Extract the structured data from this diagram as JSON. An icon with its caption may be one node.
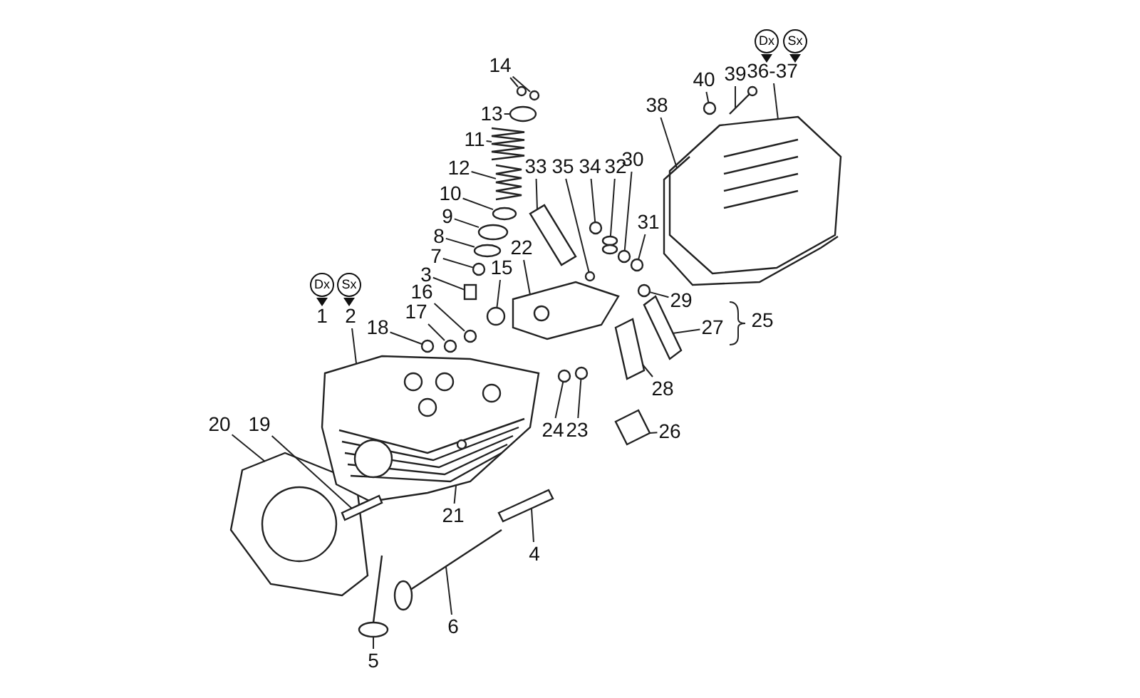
{
  "diagram": {
    "nodes": [
      {
        "text": [
          "Dx"
        ]
      },
      {
        "text": [
          "Sx"
        ]
      },
      {
        "text": [
          "14"
        ]
      },
      {
        "text": [
          "36-37"
        ]
      },
      {
        "text": [
          "39"
        ]
      },
      {
        "text": [
          "40"
        ]
      },
      {
        "text": [
          "13"
        ]
      },
      {
        "text": [
          "38"
        ]
      },
      {
        "text": [
          "11"
        ]
      },
      {
        "text": [
          "33"
        ]
      },
      {
        "text": [
          "35"
        ]
      },
      {
        "text": [
          "34"
        ]
      },
      {
        "text": [
          "32"
        ]
      },
      {
        "text": [
          "30"
        ]
      },
      {
        "text": [
          "12"
        ]
      },
      {
        "text": [
          "10"
        ]
      },
      {
        "text": [
          "9"
        ]
      },
      {
        "text": [
          "31"
        ]
      },
      {
        "text": [
          "8"
        ]
      },
      {
        "text": [
          "7"
        ]
      },
      {
        "text": [
          "22"
        ]
      },
      {
        "text": [
          "3"
        ]
      },
      {
        "text": [
          "15"
        ]
      },
      {
        "text": [
          "Dx"
        ]
      },
      {
        "text": [
          "Sx"
        ]
      },
      {
        "text": [
          "29"
        ]
      },
      {
        "text": [
          "16"
        ]
      },
      {
        "text": [
          "1"
        ]
      },
      {
        "text": [
          "2"
        ]
      },
      {
        "text": [
          "17"
        ]
      },
      {
        "text": [
          "25"
        ]
      },
      {
        "text": [
          "27"
        ]
      },
      {
        "text": [
          "18"
        ]
      },
      {
        "text": [
          "28"
        ]
      },
      {
        "text": [
          "20"
        ]
      },
      {
        "text": [
          "19"
        ]
      },
      {
        "text": [
          "24"
        ]
      },
      {
        "text": [
          "23"
        ]
      },
      {
        "text": [
          "26"
        ]
      },
      {
        "text": [
          "21"
        ]
      },
      {
        "text": [
          "4"
        ]
      },
      {
        "text": [
          "6"
        ]
      },
      {
        "text": [
          "5"
        ]
      },
      {
        "text": [],
        "shape": "circle"
      },
      {
        "text": [],
        "shape": "circle"
      },
      {
        "text": [],
        "shape": "picture"
      },
      {
        "text": [],
        "shape": "picture"
      },
      {
        "text": [],
        "shape": "circle"
      },
      {
        "text": [],
        "shape": "circle"
      },
      {
        "text": [],
        "shape": "picture"
      },
      {
        "text": [],
        "shape": "picture"
      },
      {
        "text": [],
        "shape": "box"
      },
      {
        "text": [],
        "shape": "circle"
      },
      {
        "text": [],
        "shape": "circle"
      },
      {
        "text": [],
        "shape": "circle"
      },
      {
        "text": [],
        "shape": "circle"
      },
      {
        "text": [],
        "shape": "picture"
      },
      {
        "text": [],
        "shape": "circle"
      },
      {
        "text": [],
        "shape": "circle"
      },
      {
        "text": [],
        "shape": "circle"
      },
      {
        "text": [],
        "shape": "circle"
      },
      {
        "text": [],
        "shape": "circle"
      },
      {
        "text": [],
        "shape": "picture"
      },
      {
        "text": [],
        "shape": "box"
      },
      {
        "text": [],
        "shape": "circle"
      },
      {
        "text": [],
        "shape": "circle"
      },
      {
        "text": [],
        "shape": "circle"
      },
      {
        "text": [],
        "shape": "picture"
      },
      {
        "text": [],
        "shape": "circle"
      },
      {
        "text": [],
        "shape": "box"
      },
      {
        "text": [],
        "shape": "circle"
      },
      {
        "text": [],
        "shape": "box"
      },
      {
        "text": [],
        "shape": "picture"
      },
      {
        "text": [],
        "shape": "box"
      },
      {
        "text": [],
        "shape": "circle"
      },
      {
        "text": [],
        "shape": "circle"
      },
      {
        "text": [],
        "shape": "box"
      },
      {
        "text": [],
        "shape": "box"
      },
      {
        "text": [],
        "shape": "picture"
      },
      {
        "text": [],
        "shape": "picture"
      }
    ],
    "edges": [
      {
        "from": 2,
        "to": 43,
        "arrow": "none"
      },
      {
        "from": 2,
        "to": 44,
        "arrow": "none"
      },
      {
        "from": 3,
        "to": 45,
        "arrow": "none"
      },
      {
        "from": 4,
        "to": 46,
        "arrow": "none"
      },
      {
        "from": 5,
        "to": 47,
        "arrow": "none"
      },
      {
        "from": 6,
        "to": 48,
        "arrow": "none"
      },
      {
        "from": 7,
        "to": 49,
        "arrow": "none"
      },
      {
        "from": 8,
        "to": 50,
        "arrow": "none"
      },
      {
        "from": 9,
        "to": 51,
        "arrow": "none"
      },
      {
        "from": 10,
        "to": 52,
        "arrow": "none"
      },
      {
        "from": 11,
        "to": 53,
        "arrow": "none"
      },
      {
        "from": 12,
        "to": 54,
        "arrow": "none"
      },
      {
        "from": 13,
        "to": 55,
        "arrow": "none"
      },
      {
        "from": 14,
        "to": 56,
        "arrow": "none"
      },
      {
        "from": 15,
        "to": 57,
        "arrow": "none"
      },
      {
        "from": 16,
        "to": 58,
        "arrow": "none"
      },
      {
        "from": 17,
        "to": 59,
        "arrow": "none"
      },
      {
        "from": 18,
        "to": 60,
        "arrow": "none"
      },
      {
        "from": 19,
        "to": 61,
        "arrow": "none"
      },
      {
        "from": 20,
        "to": 62,
        "arrow": "none"
      },
      {
        "from": 21,
        "to": 63,
        "arrow": "none"
      },
      {
        "from": 22,
        "to": 64,
        "arrow": "none"
      },
      {
        "from": 25,
        "to": 65,
        "arrow": "none"
      },
      {
        "from": 26,
        "to": 66,
        "arrow": "none"
      },
      {
        "from": 28,
        "to": 67,
        "arrow": "none"
      },
      {
        "from": 29,
        "to": 68,
        "arrow": "none"
      },
      {
        "from": 31,
        "to": 69,
        "arrow": "none"
      },
      {
        "from": 32,
        "to": 70,
        "arrow": "none"
      },
      {
        "from": 33,
        "to": 71,
        "arrow": "none"
      },
      {
        "from": 34,
        "to": 72,
        "arrow": "none"
      },
      {
        "from": 35,
        "to": 73,
        "arrow": "none"
      },
      {
        "from": 36,
        "to": 74,
        "arrow": "none"
      },
      {
        "from": 37,
        "to": 75,
        "arrow": "none"
      },
      {
        "from": 38,
        "to": 76,
        "arrow": "none"
      },
      {
        "from": 39,
        "to": 67,
        "arrow": "none"
      },
      {
        "from": 40,
        "to": 77,
        "arrow": "none"
      },
      {
        "from": 41,
        "to": 78,
        "arrow": "none"
      },
      {
        "from": 42,
        "to": 79,
        "arrow": "none"
      }
    ]
  }
}
